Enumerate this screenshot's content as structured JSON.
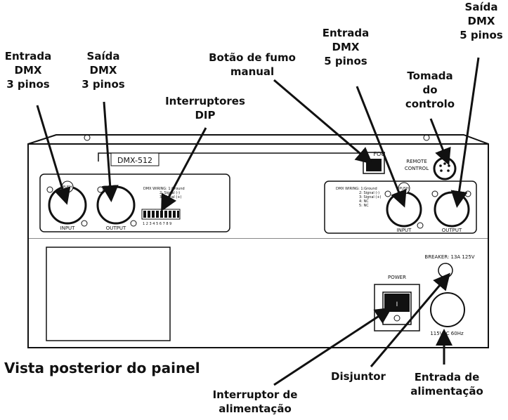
{
  "caption": "Vista posterior do painel",
  "callouts": {
    "entrada_dmx_3": "Entrada\nDMX\n3 pinos",
    "saida_dmx_3": "Saída\nDMX\n3 pinos",
    "interruptores_dip": "Interruptores\nDIP",
    "botao_fumo": "Botão de fumo\nmanual",
    "entrada_dmx_5": "Entrada\nDMX\n5 pinos",
    "saida_dmx_5": "Saída\nDMX\n5 pinos",
    "tomada_controlo": "Tomada\ndo\ncontrolo",
    "interruptor_alimentacao": "Interruptor de\nalimentação",
    "disjuntor": "Disjuntor",
    "entrada_alimentacao": "Entrada de\nalimentação"
  },
  "panel_labels": {
    "dmx_box": "DMX-512",
    "push_left": "PUSH",
    "push_right": "PUSH",
    "input_left": "INPUT",
    "output_left": "OUTPUT",
    "input_right": "INPUT",
    "output_right": "OUTPUT",
    "fog": "FOG",
    "remote": "REMOTE",
    "control": "CONTROL",
    "breaker": "BREAKER: 13A 125V",
    "power": "POWER",
    "power_on": "I",
    "voltage": "115VAC 60Hz",
    "dip_numbers": "1 2 3 4 5 6 7 8 9",
    "wiring_left": [
      "DMX WIRING: 1:Ground",
      "2: Signal (-)",
      "3: Signal (+)"
    ],
    "wiring_right": [
      "DMX WIRING: 1:Ground",
      "2: Signal (-)",
      "3: Signal (+)",
      "4: NC",
      "5: NC"
    ]
  }
}
